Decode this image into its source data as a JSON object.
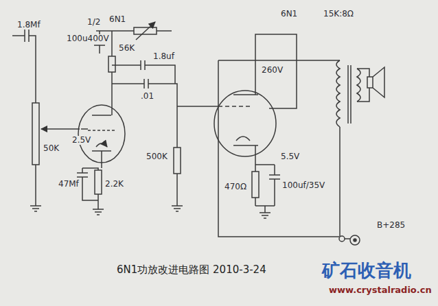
{
  "diagram": {
    "caption": "6N1功放改进电路图 2010-3-24",
    "labels": [
      "1/2",
      "6N1",
      "100u400V",
      "56K",
      "1.8uf",
      "1.8Mf",
      ".01",
      "50K",
      "2.5V",
      "47Mf",
      "2.2K",
      "500K",
      "6N1",
      "15K:8Ω",
      "260V",
      "5.5V",
      "470Ω",
      "100uf/35V",
      "B+285",
      "矿石收音机",
      "www.crystalradio.cn"
    ]
  }
}
